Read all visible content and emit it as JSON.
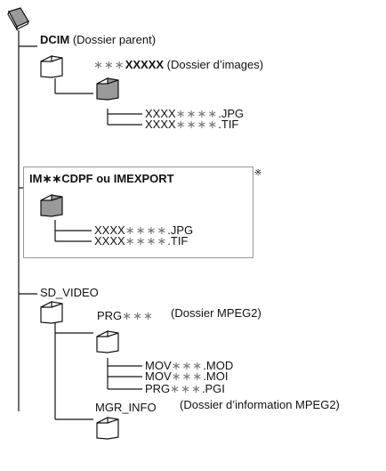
{
  "tree": {
    "dcim": {
      "name": "DCIM",
      "note": "(Dossier parent)"
    },
    "image_folder": {
      "stars": "∗∗∗",
      "name": "XXXXX",
      "note": "(Dossier d’images)"
    },
    "image_files": [
      {
        "prefix": "XXXX",
        "stars": "∗∗∗∗",
        "ext": ".JPG"
      },
      {
        "prefix": "XXXX",
        "stars": "∗∗∗∗",
        "ext": ".TIF"
      }
    ],
    "export_box": {
      "name": "IM∗∗CDPF ou IMEXPORT",
      "footnote": "※"
    },
    "export_files": [
      {
        "prefix": "XXXX",
        "stars": "∗∗∗∗",
        "ext": ".JPG"
      },
      {
        "prefix": "XXXX",
        "stars": "∗∗∗∗",
        "ext": ".TIF"
      }
    ],
    "sd_video": {
      "name": "SD_VIDEO"
    },
    "prg_folder": {
      "name": "PRG",
      "stars": "∗∗∗",
      "note": "(Dossier MPEG2)"
    },
    "prg_files": [
      {
        "prefix": "MOV",
        "stars": "∗∗∗",
        "ext": ".MOD"
      },
      {
        "prefix": "MOV",
        "stars": "∗∗∗",
        "ext": ".MOI"
      },
      {
        "prefix": "PRG",
        "stars": "∗∗∗",
        "ext": ".PGI"
      }
    ],
    "mgr_info": {
      "name": "MGR_INFO",
      "note": "(Dossier d’information MPEG2)"
    }
  },
  "colors": {
    "line": "#111111",
    "folder_fill": "#ffffff",
    "folder_dark": "#9a9a9a",
    "box_border": "#999999"
  }
}
